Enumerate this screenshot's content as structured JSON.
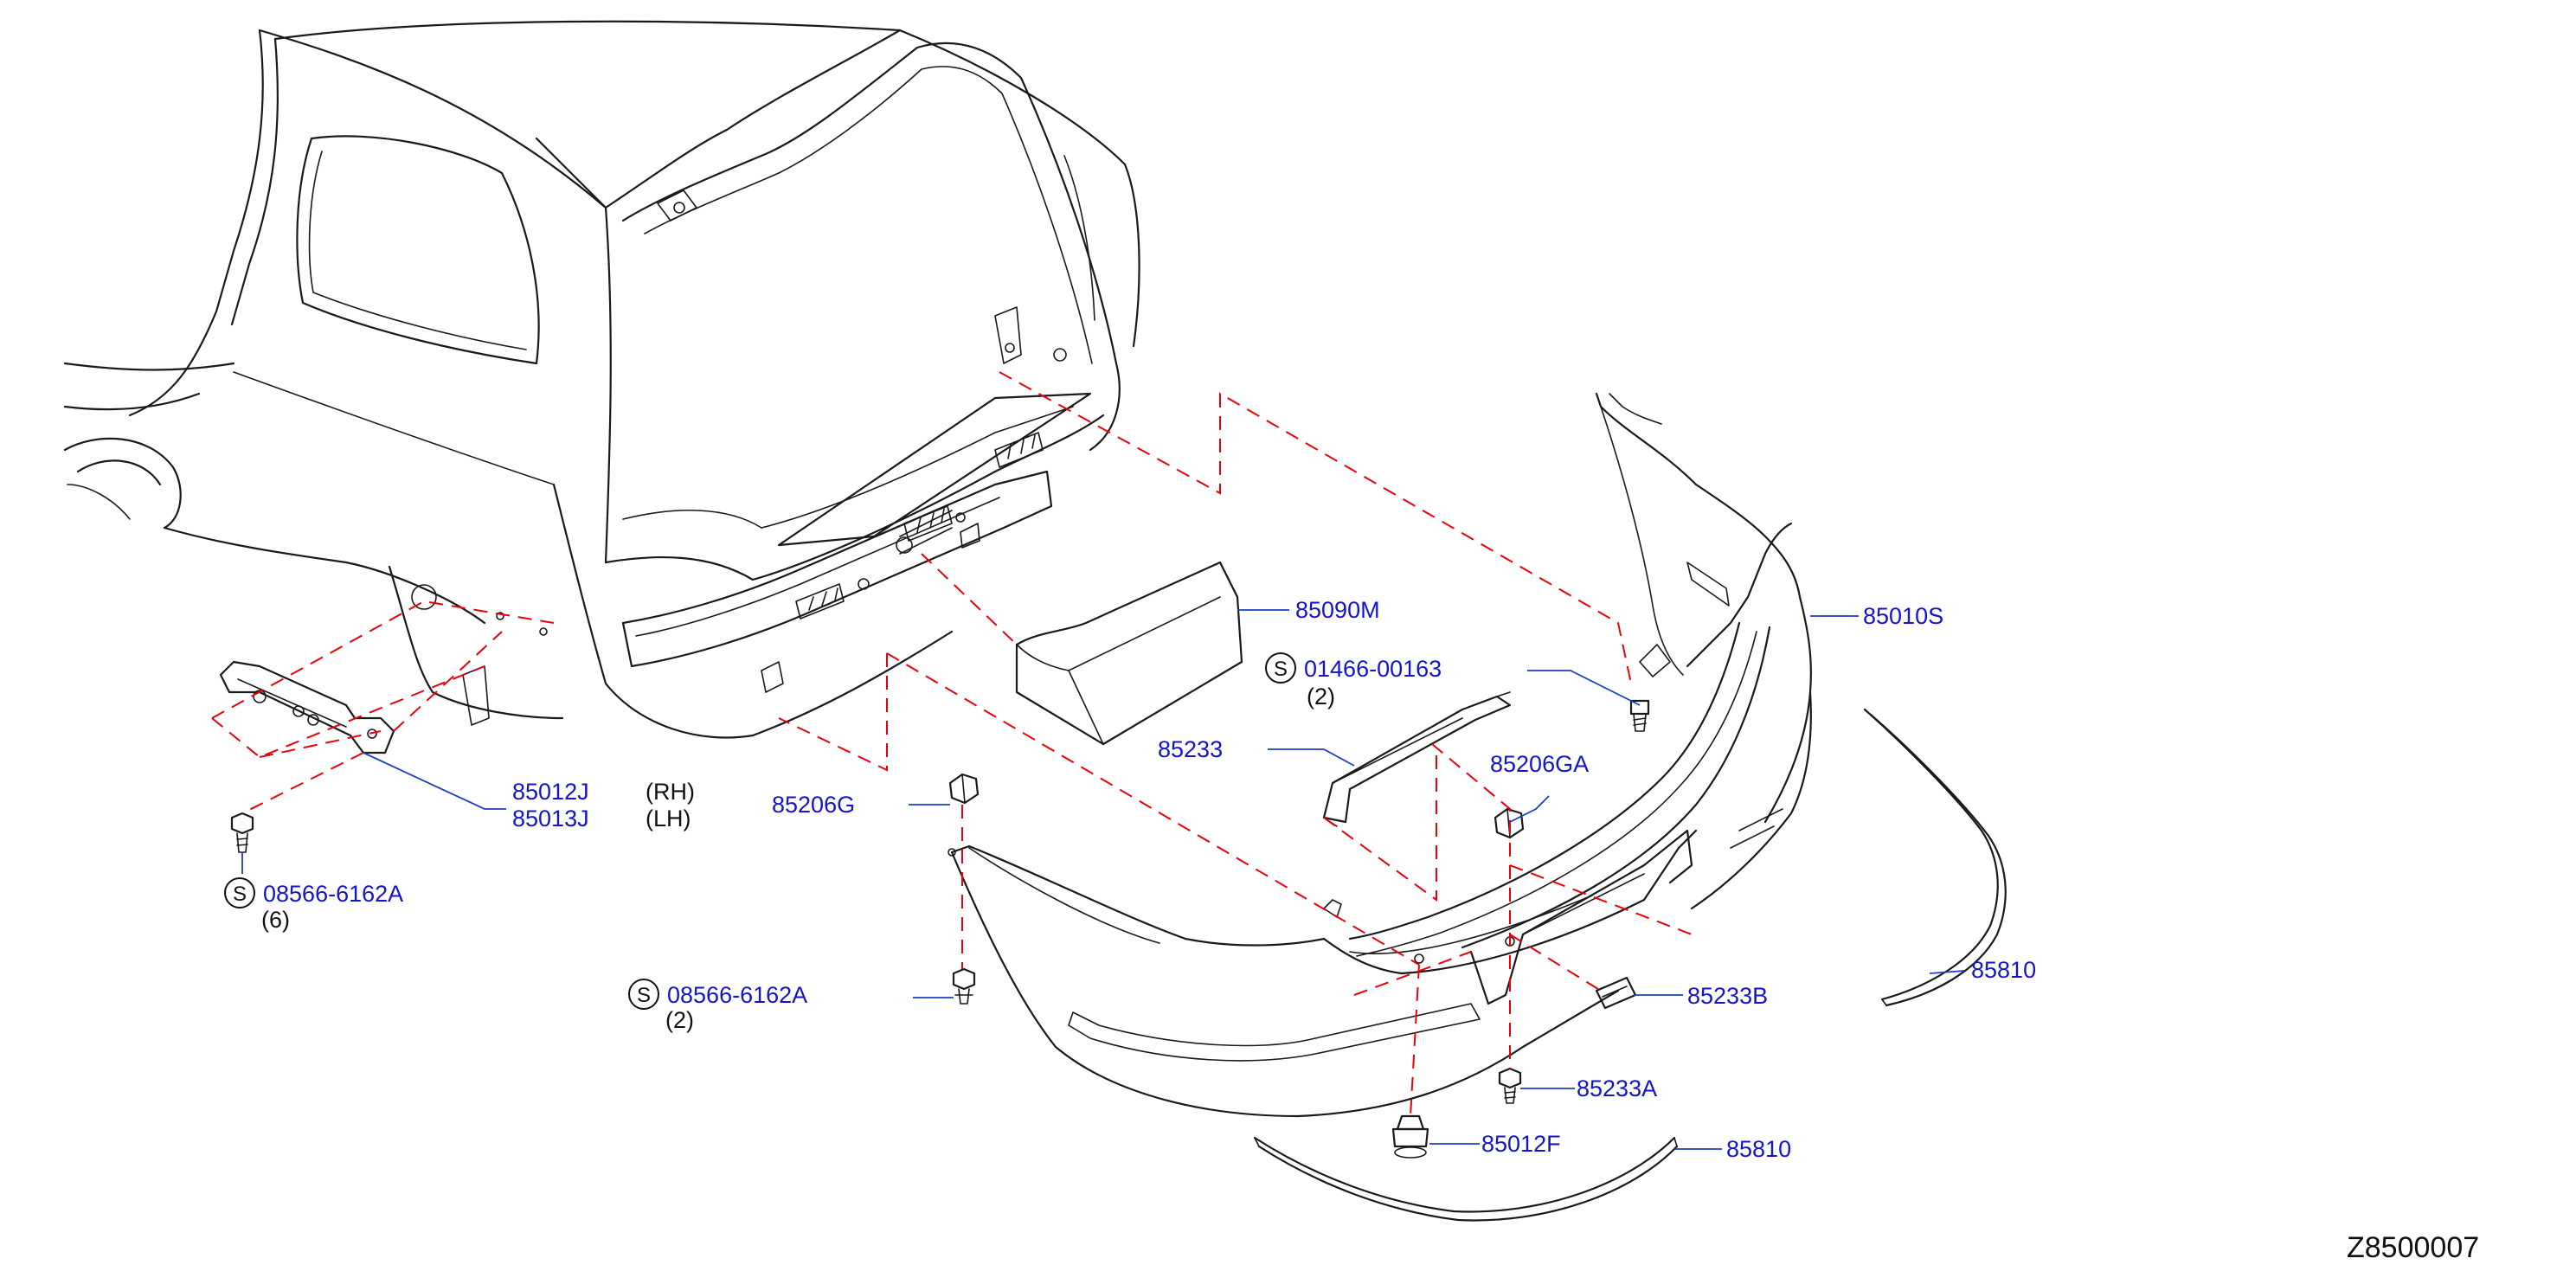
{
  "diagram_id": "Z8500007",
  "colors": {
    "part_number": "#1414c8",
    "leader": "#1d3fbf",
    "hidden_line": "#e8000b",
    "outline": "#1a1a1a"
  },
  "callouts": {
    "p85090M": {
      "pn": "85090M"
    },
    "p01466": {
      "pn": "01466-00163",
      "std_mark": "S",
      "qty": "(2)"
    },
    "p85010S": {
      "pn": "85010S"
    },
    "p85233": {
      "pn": "85233"
    },
    "p85206GA": {
      "pn": "85206GA"
    },
    "p85012J": {
      "pn": "85012J",
      "side": "(RH)"
    },
    "p85013J": {
      "pn": "85013J",
      "side": "(LH)"
    },
    "p85206G": {
      "pn": "85206G"
    },
    "p08566a": {
      "pn": "08566-6162A",
      "std_mark": "S",
      "qty": "(6)"
    },
    "p08566b": {
      "pn": "08566-6162A",
      "std_mark": "S",
      "qty": "(2)"
    },
    "p85810a": {
      "pn": "85810"
    },
    "p85233B": {
      "pn": "85233B"
    },
    "p85233A": {
      "pn": "85233A"
    },
    "p85012F": {
      "pn": "85012F"
    },
    "p85810b": {
      "pn": "85810"
    }
  }
}
